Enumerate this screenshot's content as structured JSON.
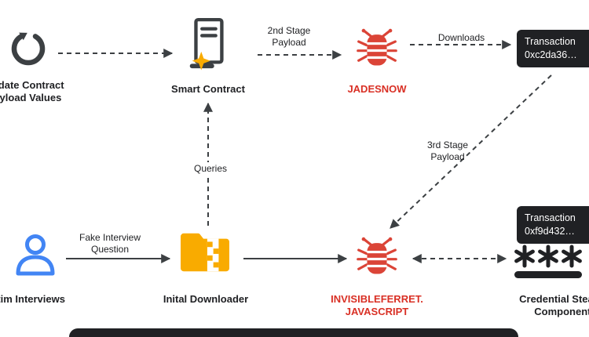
{
  "colors": {
    "dark": "#202124",
    "gray": "#3C4043",
    "red_text": "#D93025",
    "bug_red": "#DB4437",
    "gold": "#F9AB00",
    "blue": "#4285F4",
    "background": "#FFFFFF"
  },
  "nodes": {
    "update_contract": {
      "label": "Update Contract\nPayload Values",
      "icon": "refresh-icon"
    },
    "smart_contract": {
      "label": "Smart Contract",
      "icon": "contract-sparkle-icon"
    },
    "jadesnow": {
      "label": "JADESNOW",
      "icon": "bug-icon"
    },
    "transaction_1": {
      "line1": "Transaction",
      "line2": "0xc2da36…"
    },
    "victim_interviews": {
      "label": "Victim Interviews",
      "icon": "person-icon"
    },
    "initial_downloader": {
      "label": "Inital Downloader",
      "icon": "folder-zipper-icon"
    },
    "invisibleferret": {
      "label": "INVISIBLEFERRET.\nJAVASCRIPT",
      "icon": "bug-icon"
    },
    "transaction_2": {
      "line1": "Transaction",
      "line2": "0xf9d432…"
    },
    "credential_stealer": {
      "label": "Credential Stealing\nComponents",
      "icon": "asterisks-icon"
    }
  },
  "edges": {
    "second_stage": {
      "label": "2nd Stage\nPayload"
    },
    "downloads": {
      "label": "Downloads"
    },
    "third_stage": {
      "label": "3rd Stage\nPayload"
    },
    "queries": {
      "label": "Queries"
    },
    "fake_interview": {
      "label": "Fake Interview\nQuestion"
    }
  }
}
